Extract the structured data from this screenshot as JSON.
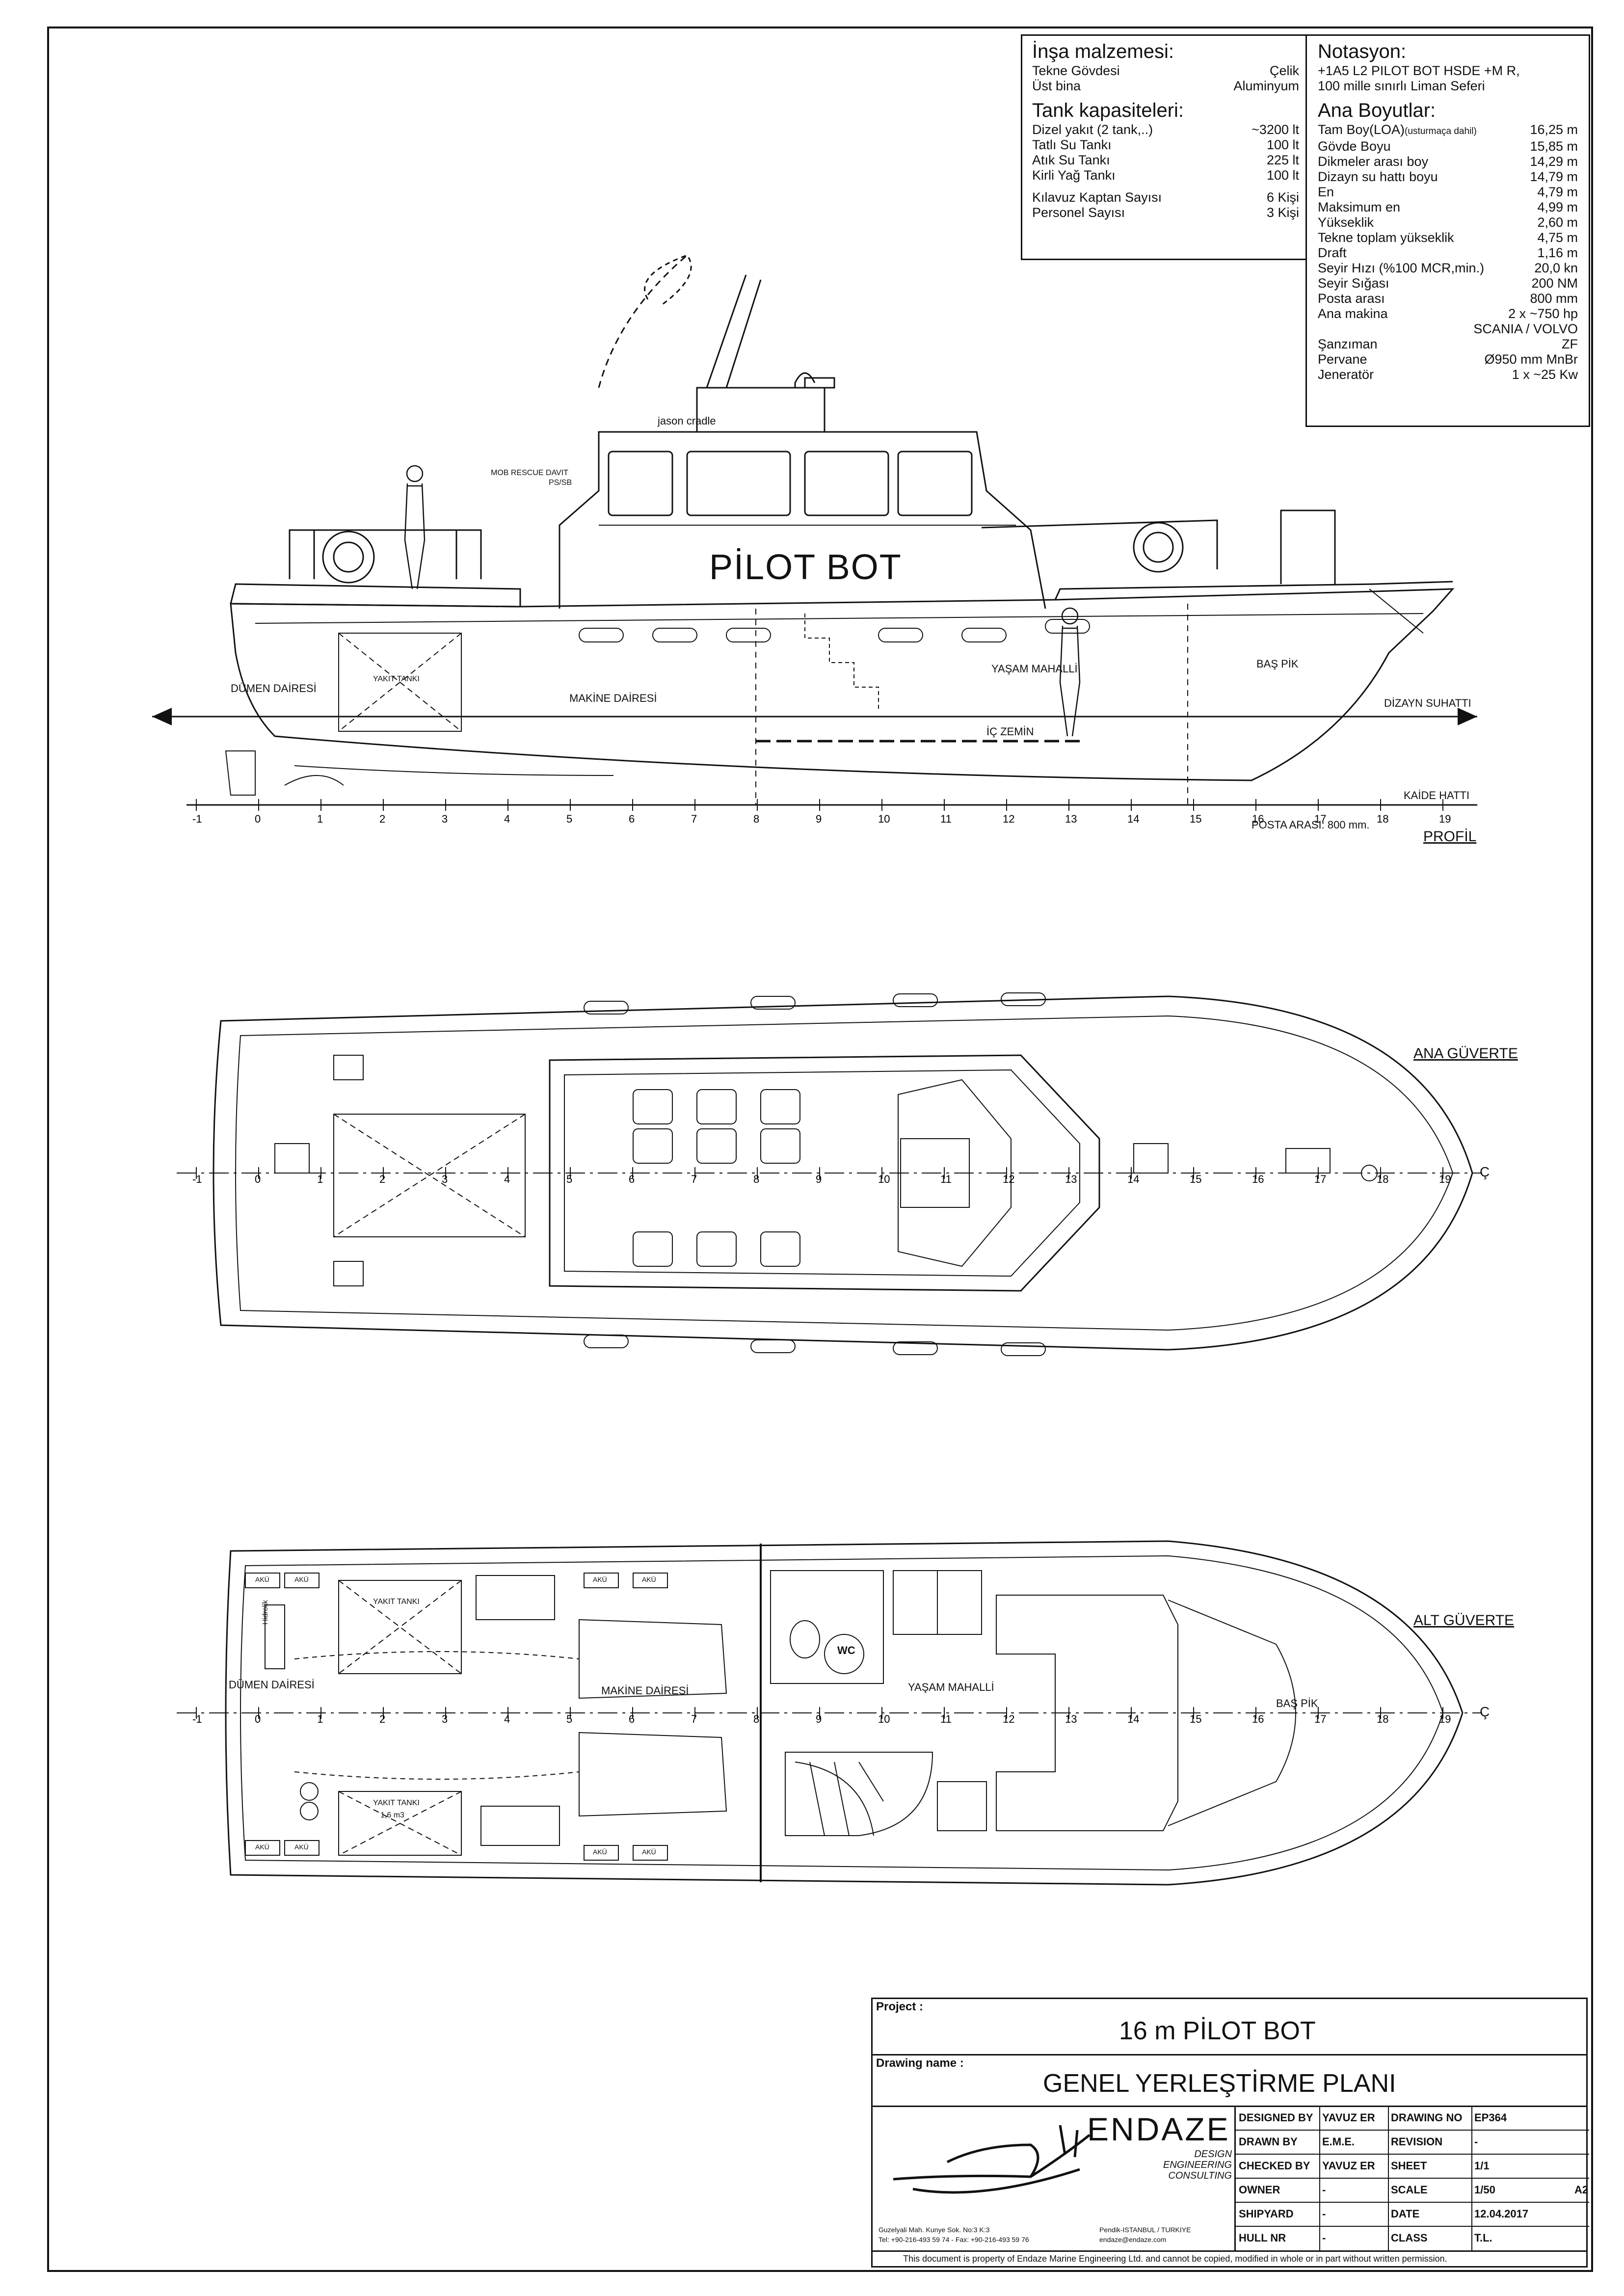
{
  "notes": {
    "material": {
      "title": "İnşa malzemesi:",
      "rows": [
        {
          "label": "Tekne Gövdesi",
          "value": "Çelik"
        },
        {
          "label": "Üst bina",
          "value": "Aluminyum"
        }
      ]
    },
    "tanks": {
      "title": "Tank kapasiteleri:",
      "rows": [
        {
          "label": "Dizel yakıt (2 tank,..)",
          "value": "~3200 lt"
        },
        {
          "label": "Tatlı Su Tankı",
          "value": "100 lt"
        },
        {
          "label": "Atık Su Tankı",
          "value": "225 lt"
        },
        {
          "label": "Kirli Yağ Tankı",
          "value": "100 lt"
        }
      ],
      "crew": [
        {
          "label": "Kılavuz Kaptan Sayısı",
          "value": "6 Kişi"
        },
        {
          "label": "Personel Sayısı",
          "value": "3 Kişi"
        }
      ]
    },
    "notation": {
      "title": "Notasyon:",
      "line1": "+1A5 L2 PILOT BOT HSDE +M R,",
      "line2": "100 mille sınırlı Liman Seferi"
    },
    "dimensions": {
      "title": "Ana Boyutlar:",
      "loa_label": "Tam Boy(LOA)",
      "loa_note": "(usturmaça dahil)",
      "loa_value": "16,25 m",
      "rows": [
        {
          "label": "Gövde Boyu",
          "value": "15,85 m"
        },
        {
          "label": "Dikmeler arası boy",
          "value": "14,29 m"
        },
        {
          "label": "Dizayn su hattı boyu",
          "value": "14,79 m"
        },
        {
          "label": "En",
          "value": "4,79 m"
        },
        {
          "label": "Maksimum en",
          "value": "4,99 m"
        },
        {
          "label": "Yükseklik",
          "value": "2,60 m"
        },
        {
          "label": "Tekne toplam yükseklik",
          "value": "4,75 m"
        },
        {
          "label": "Draft",
          "value": "1,16 m"
        },
        {
          "label": "Seyir Hızı (%100 MCR,min.)",
          "value": "20,0 kn"
        },
        {
          "label": "Seyir Sığası",
          "value": "200 NM"
        },
        {
          "label": "Posta arası",
          "value": "800 mm"
        },
        {
          "label": "Ana makina",
          "value": "2 x ~750 hp"
        }
      ],
      "engine_make": "SCANIA / VOLVO",
      "rows2": [
        {
          "label": "Şanzıman",
          "value": "ZF"
        },
        {
          "label": "Pervane",
          "value": "Ø950 mm MnBr"
        },
        {
          "label": "Jeneratör",
          "value": "1 x ~25 Kw"
        }
      ]
    }
  },
  "profile": {
    "name": "PİLOT BOT",
    "label": "PROFİL",
    "cradle": "jason cradle",
    "davit": "MOB RESCUE DAVIT",
    "davit2": "PS/SB",
    "rooms": {
      "rudder": "DÜMEN DAİRESİ",
      "engine": "MAKİNE DAİRESİ",
      "living": "YAŞAM MAHALLİ",
      "fore": "BAŞ PİK",
      "floor": "İÇ ZEMİN",
      "tank": "YAKIT TANKI"
    },
    "waterline": "DİZAYN SUHATTI",
    "baseline": "KAİDE HATTI",
    "frame_spacing": "POSTA ARASI: 800 mm.",
    "frames": [
      "-1",
      "0",
      "1",
      "2",
      "3",
      "4",
      "5",
      "6",
      "7",
      "8",
      "9",
      "10",
      "11",
      "12",
      "13",
      "14",
      "15",
      "16",
      "17",
      "18",
      "19"
    ]
  },
  "main_deck": {
    "label": "ANA GÜVERTE",
    "centerline": "Ç"
  },
  "lower_deck": {
    "label": "ALT GÜVERTE",
    "rooms": {
      "rudder": "DÜMEN DAİRESİ",
      "engine": "MAKİNE DAİRESİ",
      "living": "YAŞAM MAHALLİ",
      "fore": "BAŞ PİK",
      "wc": "WC",
      "tank": "YAKIT TANKI",
      "tank_cap": "1,6 m3",
      "battery": "AKÜ",
      "hydraulic": "Hidrolik"
    }
  },
  "title_block": {
    "project_label": "Project :",
    "project": "16 m PİLOT BOT",
    "drawing_label": "Drawing name :",
    "drawing": "GENEL YERLEŞTİRME PLANI",
    "company": "ENDAZE",
    "tagline": [
      "DESIGN",
      "ENGINEERING",
      "CONSULTING"
    ],
    "address1": "Guzelyali Mah. Kunye Sok. No:3 K:3",
    "address2": "Tel: +90-216-493 59 74 - Fax: +90-216-493 59 76",
    "address3": "Pendik-ISTANBUL / TURKIYE",
    "address4": "endaze@endaze.com",
    "cells": [
      {
        "k": "DESIGNED BY",
        "v": "YAVUZ ER",
        "k2": "DRAWING NO",
        "v2": "EP364"
      },
      {
        "k": "DRAWN BY",
        "v": "E.M.E.",
        "k2": "REVISION",
        "v2": "-"
      },
      {
        "k": "CHECKED BY",
        "v": "YAVUZ ER",
        "k2": "SHEET",
        "v2": "1/1"
      },
      {
        "k": "OWNER",
        "v": "-",
        "k2": "SCALE",
        "v2": "1/50"
      },
      {
        "k": "SHIPYARD",
        "v": "-",
        "k2": "DATE",
        "v2": "12.04.2017"
      },
      {
        "k": "HULL NR",
        "v": "-",
        "k2": "CLASS",
        "v2": "T.L."
      }
    ],
    "sheet_size": "A2",
    "disclaimer": "This document is property of  Endaze Marine Engineering Ltd. and cannot be copied, modified in whole or in part without written permission."
  }
}
